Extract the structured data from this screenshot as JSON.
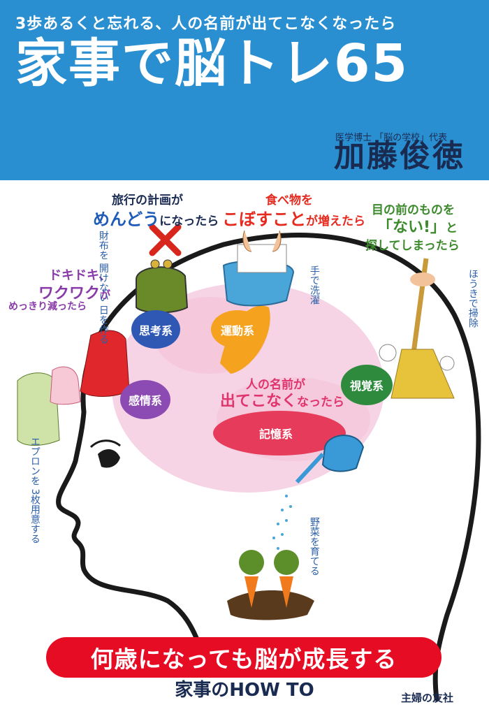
{
  "cover": {
    "subtitle": "3歩あるくと忘れる、人の名前が出てこなくなったら",
    "title": "家事で脳トレ65",
    "author_role": "医学博士 「脳の学校」代表",
    "author_name": "加藤俊徳",
    "publisher": "主婦の友社",
    "banner": "何歳になっても脳が成長する",
    "banner_sub": "家事のHOW TO"
  },
  "captions": {
    "travel_line1": "旅行の計画が",
    "travel_line2_em": "めんどう",
    "travel_line2_rest": "になったら",
    "food_line1": "食べ物を",
    "food_line2_em": "こぼすこと",
    "food_line2_rest": "が増えたら",
    "eyes_line1": "目の前のものを",
    "eyes_line2_em": "「ない!」",
    "eyes_line2_rest": "と",
    "eyes_line3": "探してしまったら",
    "doki_line1": "ドキドキ、",
    "doki_line2": "ワクワク",
    "doki_line2_rest": "が",
    "doki_line3": "めっきり減ったら",
    "names_line1": "人の名前が",
    "names_line2_em": "出てこなく",
    "names_line2_rest": "なったら"
  },
  "tips": {
    "wallet": "財布を 開けない 日を作る",
    "handwash": "手で洗濯",
    "broom": "ほうきで掃除",
    "apron": "エプロンを 3枚用意する",
    "veg": "野菜を育てる"
  },
  "brain_areas": {
    "thinking": "思考系",
    "motor": "運動系",
    "emotion": "感情系",
    "visual": "視覚系",
    "memory": "記憶系"
  },
  "colors": {
    "header_bg": "#2a8fd1",
    "banner_red": "#e60c23",
    "thinking": "#2f58b5",
    "motor": "#f5a21f",
    "emotion": "#8c4bb3",
    "visual": "#2e8b3e",
    "memory": "#e63b5a",
    "brain": "#f6cde0"
  }
}
